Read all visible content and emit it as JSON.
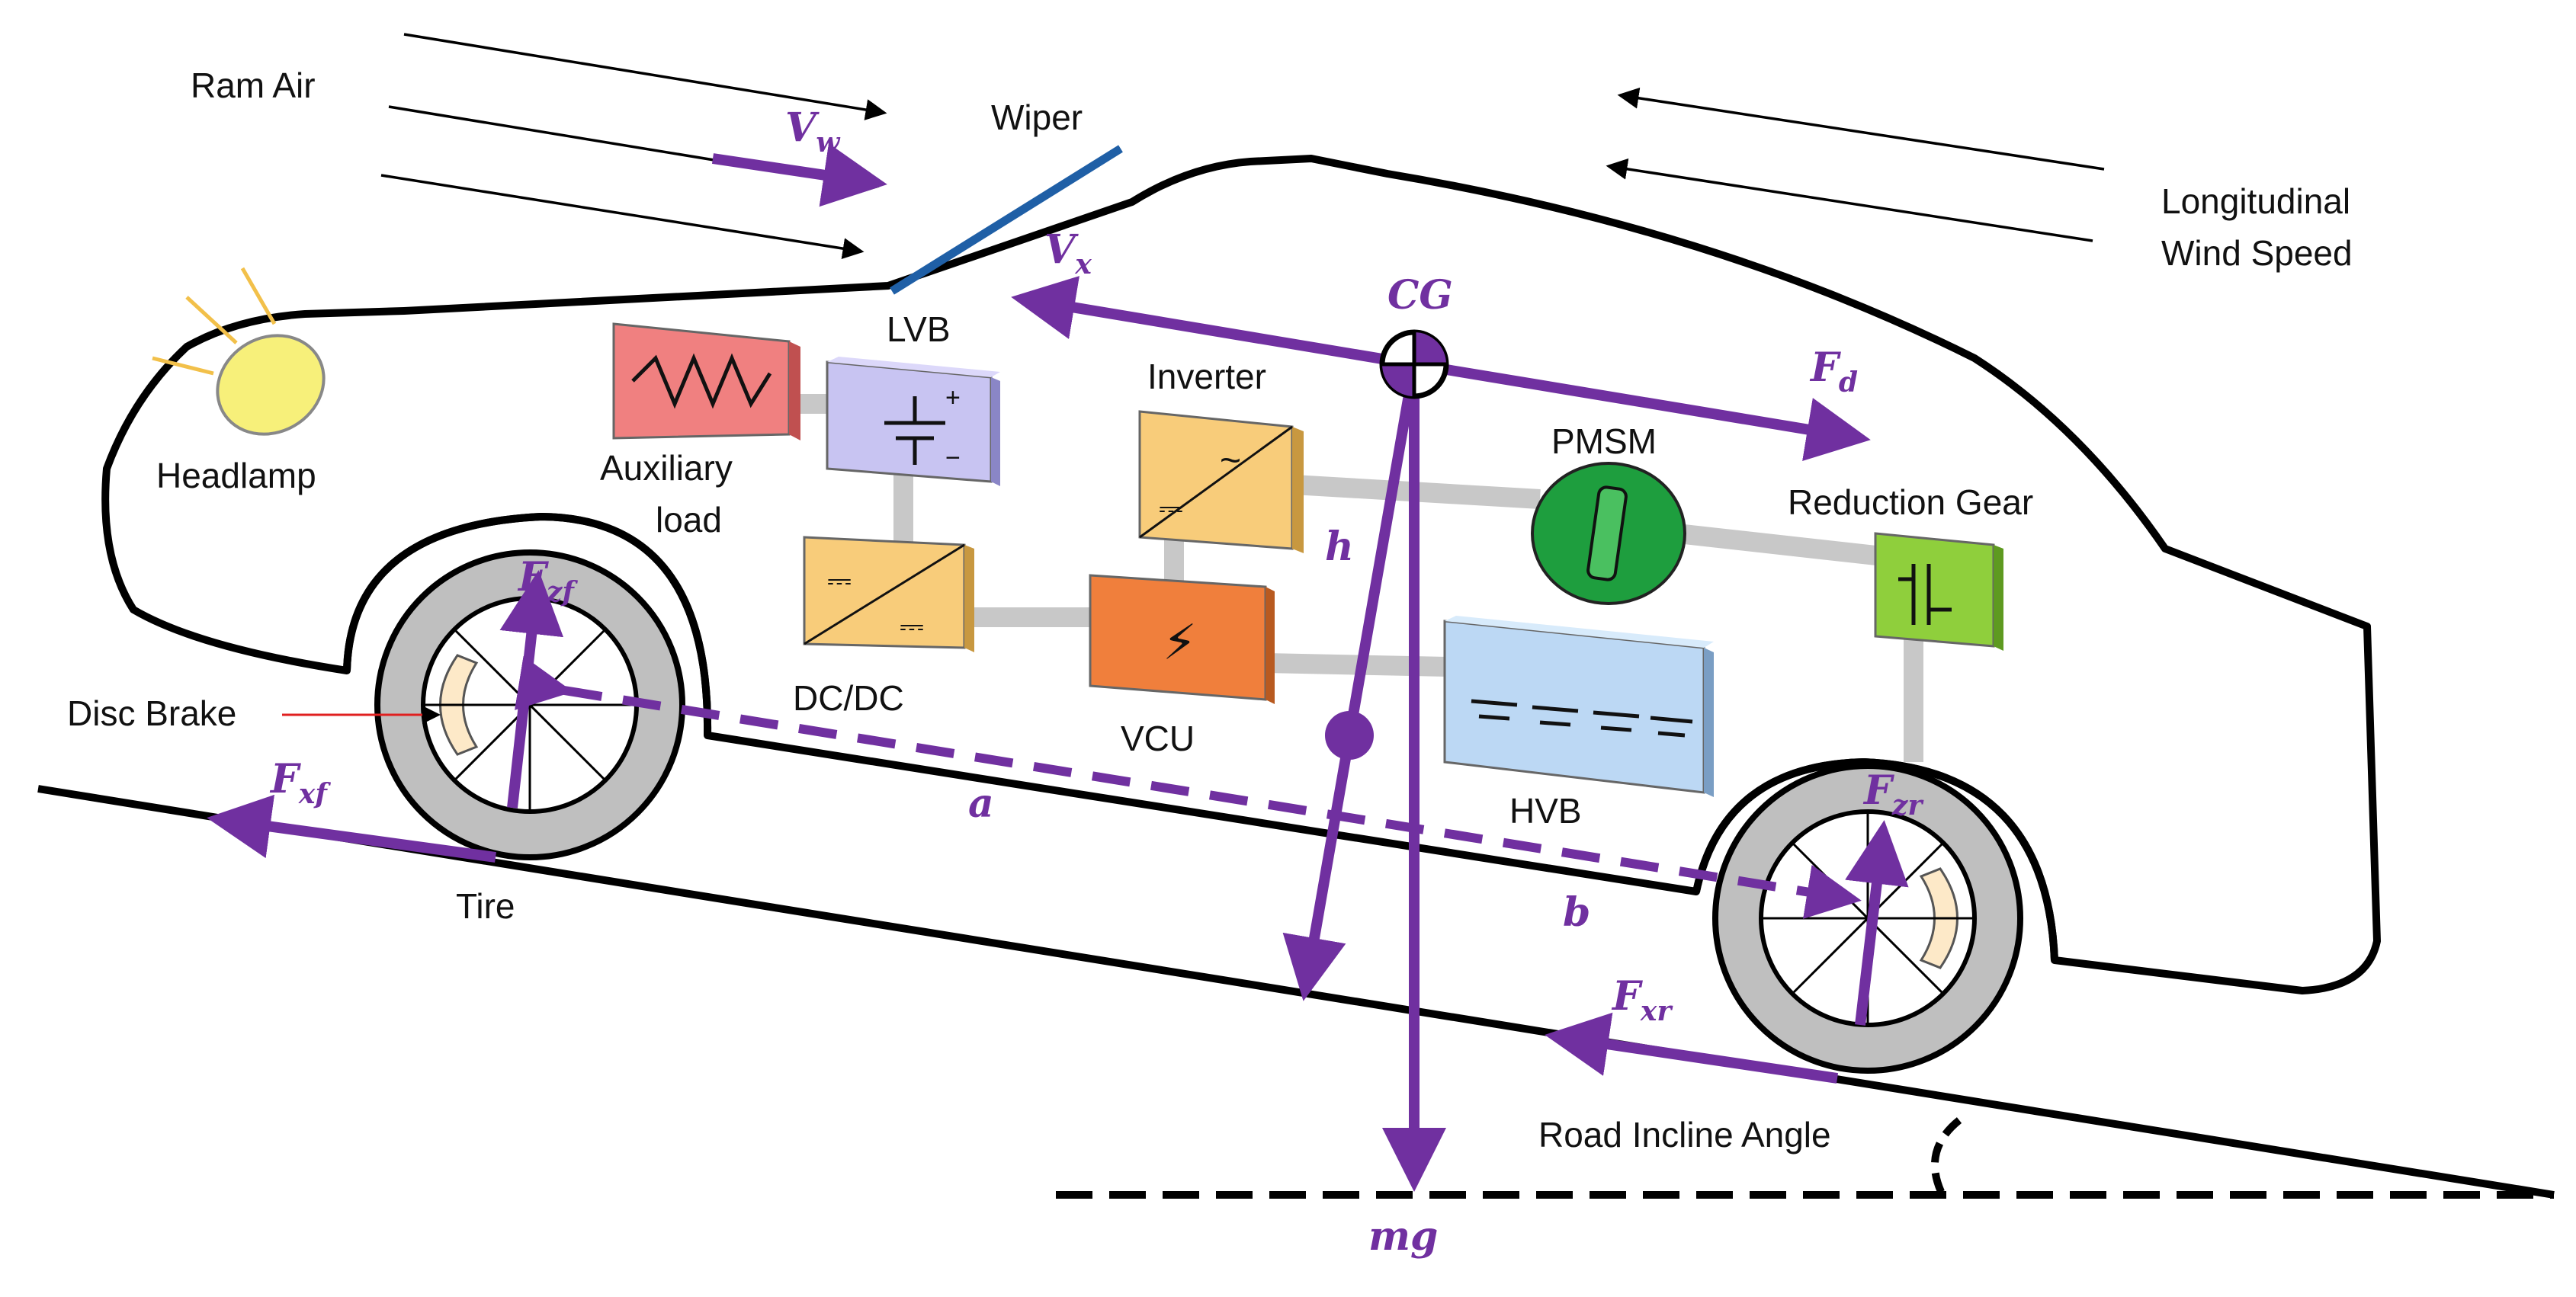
{
  "labels": {
    "ram_air": "Ram Air",
    "wiper": "Wiper",
    "longitudinal_wind_line1": "Longitudinal",
    "longitudinal_wind_line2": "Wind Speed",
    "headlamp": "Headlamp",
    "lvb": "LVB",
    "auxiliary_load_line1": "Auxiliary",
    "auxiliary_load_line2": "load",
    "inverter": "Inverter",
    "pmsm": "PMSM",
    "reduction_gear": "Reduction Gear",
    "dcdc": "DC/DC",
    "vcu": "VCU",
    "hvb": "HVB",
    "disc_brake": "Disc Brake",
    "tire": "Tire",
    "road_incline_angle": "Road Incline Angle"
  },
  "symbols": {
    "vw": {
      "main": "V",
      "sub": "w"
    },
    "vx": {
      "main": "V",
      "sub": "x"
    },
    "cg": {
      "main": "CG",
      "sub": ""
    },
    "fd": {
      "main": "F",
      "sub": "d"
    },
    "h": {
      "main": "h",
      "sub": ""
    },
    "fzf": {
      "main": "F",
      "sub": "zf"
    },
    "fxf": {
      "main": "F",
      "sub": "xf"
    },
    "a": {
      "main": "a",
      "sub": ""
    },
    "b": {
      "main": "b",
      "sub": ""
    },
    "fzr": {
      "main": "F",
      "sub": "zr"
    },
    "fxr": {
      "main": "F",
      "sub": "xr"
    },
    "mg": {
      "main": "mg",
      "sub": ""
    }
  },
  "colors": {
    "force_arrows": "#7030a0",
    "wiper": "#1f5fa6",
    "auxiliary_load": "#f08080",
    "lvb": "#c8c4f2",
    "inverter": "#f8cc7a",
    "dcdc": "#f8cc7a",
    "vcu": "#f07f3c",
    "pmsm": "#1e9e3e",
    "reduction_gear": "#8fcf3c",
    "hvb": "#bcd8f4",
    "headlamp": "#f7f07a",
    "tire": "#bfbfbf",
    "connector": "#c8c8c8"
  }
}
